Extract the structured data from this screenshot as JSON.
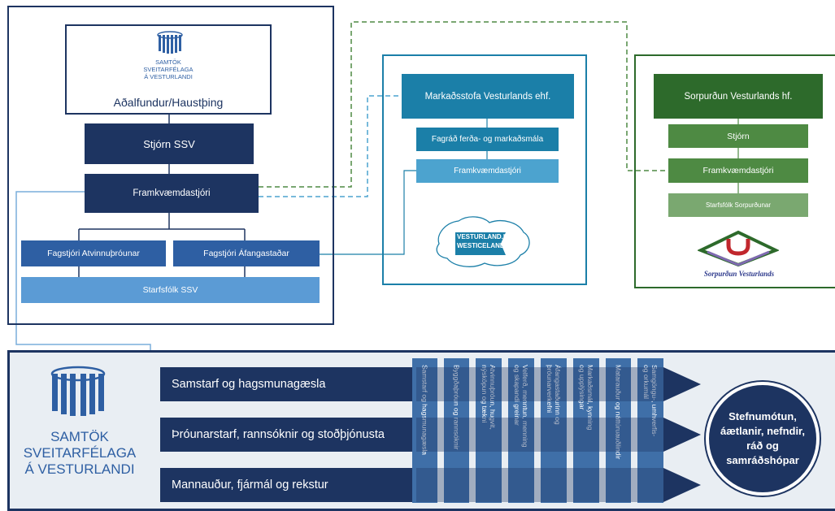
{
  "ssv": {
    "logo_text_1": "SAMTÖK",
    "logo_text_2": "SVEITARFÉLAGA",
    "logo_text_3": "Á VESTURLANDI",
    "top_title": "Aðalfundur/Haustþing",
    "board": "Stjórn SSV",
    "director": "Framkvæmdastjóri",
    "manager_1": "Fagstjóri Atvinnuþróunar",
    "manager_2": "Fagstjóri Áfangastaðar",
    "staff": "Starfsfólk SSV"
  },
  "markadsstofa": {
    "title": "Markaðsstofa Vesturlands ehf.",
    "council": "Fagráð ferða- og markaðsmála",
    "director": "Framkvæmdastjóri",
    "logo_line_1": "VESTURLAND.IS",
    "logo_line_2": "WESTICELAND.IS"
  },
  "sorpurdun": {
    "title": "Sorpurðun Vesturlands  hf.",
    "board": "Stjórn",
    "director": "Framkvæmdastjóri",
    "staff": "Starfsfólk Sorpurðunar",
    "logo_text": "Sorpurðun Vesturlands"
  },
  "bottom": {
    "logo_line_1": "SAMTÖK",
    "logo_line_2": "SVEITARFÉLAGA",
    "logo_line_3": "Á VESTURLANDI",
    "bands": [
      "Samstarf og hagsmunagæsla",
      "Þróunarstarf, rannsóknir og stoðþjónusta",
      "Mannauður, fjármál og rekstur"
    ],
    "columns": [
      "Samstarf og hagsmunagæsla",
      "Byggðaþróun og rannsóknir",
      "Atvinnuþróun, hugvit,\nnýsköpun og tækni",
      "Velferð, menntun, menning\nog skapandi greinar",
      "Áfangastaðurinn og\nþróunarverkefni",
      "Markaðsmál, kynning\nog upplýsingar",
      "Matarauður og náttúruauðlindir",
      "Samgöngu-, umhverfis-\nog orkumál"
    ],
    "circle_text": "Stefnumótun, áætlanir, nefndir, ráð og samráðshópar"
  },
  "colors": {
    "navy": "#1d3461",
    "mid_blue": "#2e5fa3",
    "light_blue": "#5b9bd5",
    "teal": "#1b7fa8",
    "teal_light": "#4ca3cf",
    "green_dark": "#2d6a2b",
    "green_mid": "#4e8a43",
    "green_light": "#7aa870",
    "band_bg": "#e9eef3"
  }
}
